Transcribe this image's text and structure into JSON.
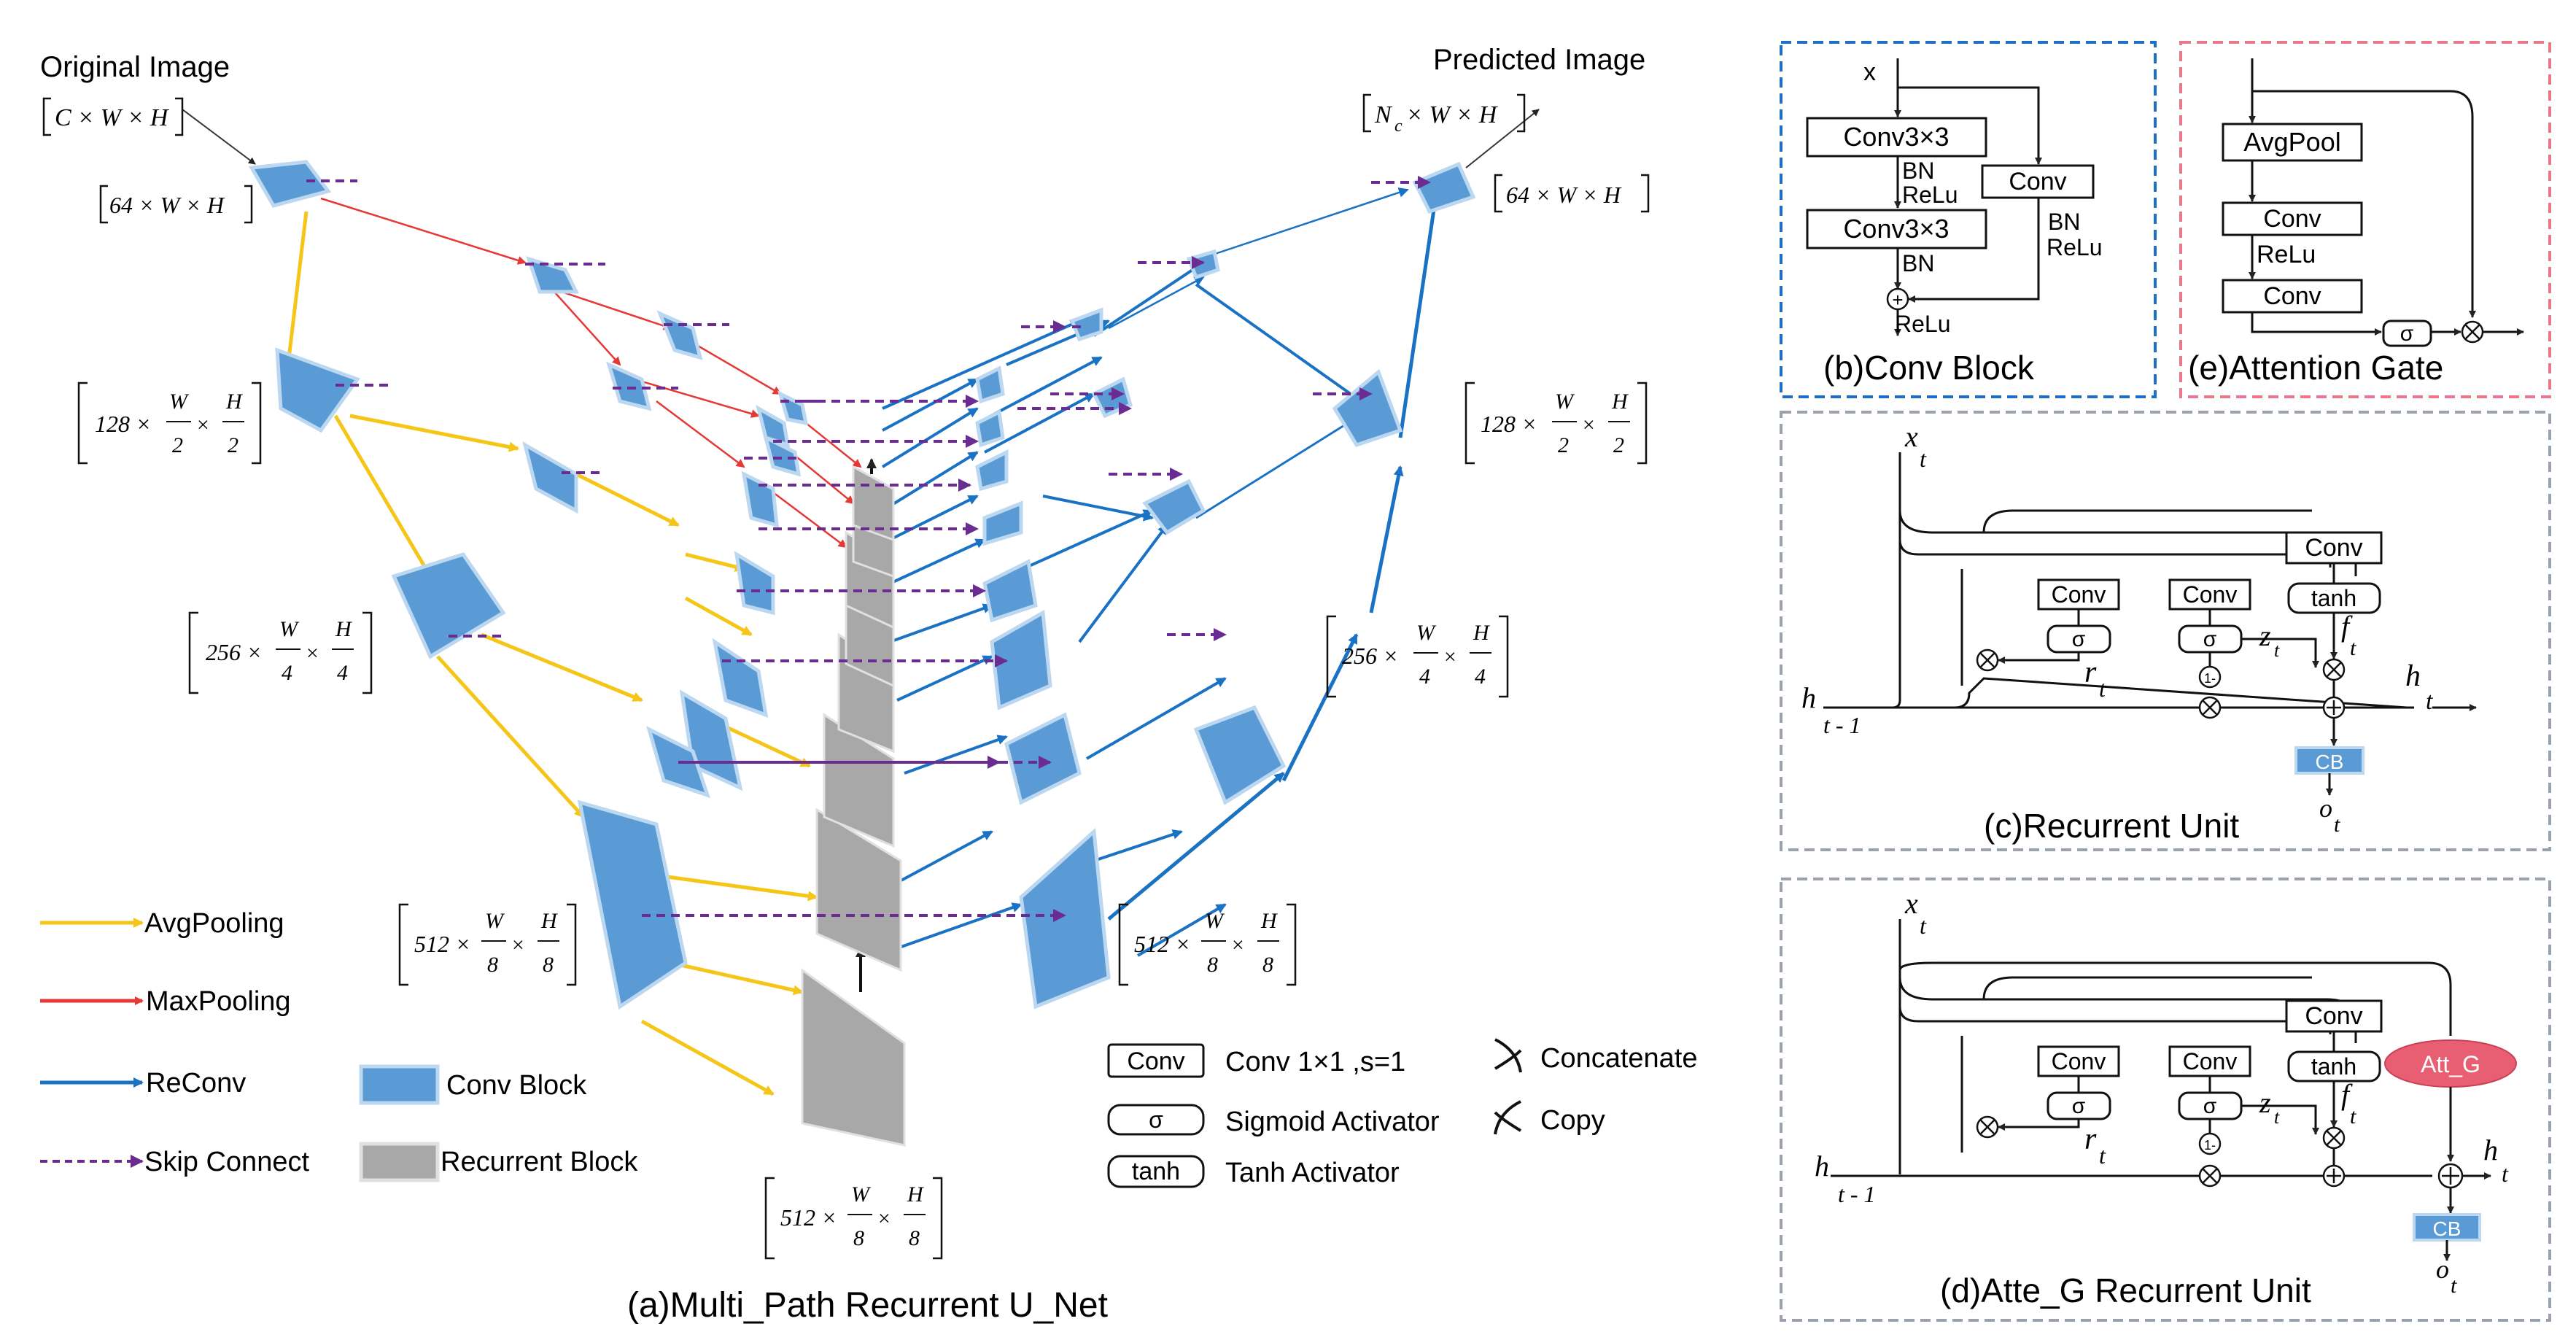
{
  "main": {
    "caption": "(a)Multi_Path Recurrent U_Net",
    "original_image": "Original Image",
    "predicted_image": "Predicted Image",
    "dims": {
      "input": "C × W × H",
      "output": "N",
      "output_sub": "c",
      "output_rest": " × W × H",
      "full": "64 × W × H",
      "c128": "128 ×",
      "c256": "256 ×",
      "c512": "512 ×",
      "w2": "W",
      "h2": "H",
      "d2": "2",
      "w4": "W",
      "h4": "H",
      "d4": "4",
      "w8": "W",
      "h8": "H",
      "d8": "8",
      "times": "×"
    }
  },
  "legend": {
    "avgpool": "AvgPooling",
    "maxpool": "MaxPooling",
    "reconv": "ReConv",
    "skip": "Skip Connect",
    "conv_block": "Conv Block",
    "recurrent_block": "Recurrent Block",
    "conv_box": "Conv",
    "conv_desc": "Conv 1×1 ,s=1",
    "sigma_box": "σ",
    "sigma_desc": "Sigmoid Activator",
    "tanh_box": "tanh",
    "tanh_desc": "Tanh Activator",
    "concat": "Concatenate",
    "copy": "Copy"
  },
  "conv_block": {
    "caption": "(b)Conv Block",
    "x": "x",
    "conv1": "Conv3×3",
    "conv2": "Conv3×3",
    "conv_side": "Conv",
    "bn": "BN",
    "relu": "ReLu",
    "bn2": "BN",
    "relu2": "ReLu",
    "bn3": "BN",
    "relu3": "ReLu",
    "plus": "+"
  },
  "attention_gate": {
    "caption": "(e)Attention Gate",
    "avgpool": "AvgPool",
    "conv1": "Conv",
    "relu": "ReLu",
    "conv2": "Conv",
    "sigma": "σ"
  },
  "recurrent_unit": {
    "caption": "(c)Recurrent Unit",
    "x": "x",
    "x_sub": "t",
    "h_prev": "h",
    "h_prev_sub": "t - 1",
    "h": "h",
    "h_sub": "t",
    "o": "o",
    "o_sub": "t",
    "conv": "Conv",
    "sigma": "σ",
    "tanh": "tanh",
    "r": "r",
    "r_sub": "t",
    "z": "z",
    "z_sub": "t",
    "f": "f",
    "f_sub": "t",
    "cb": "CB",
    "one_minus": "1-"
  },
  "atte_recurrent_unit": {
    "caption": "(d)Atte_G Recurrent Unit",
    "att_g": "Att_G"
  },
  "colors": {
    "avgpool": "#f5c518",
    "maxpool": "#e53935",
    "reconv": "#1a72c4",
    "skip": "#6a2c91",
    "conv_block": "#5b9bd5",
    "recurrent_block": "#a6a6a6",
    "panel_b_border": "#1f6fc5",
    "panel_e_border": "#e8788a",
    "panel_cd_border": "#9aa3ad",
    "att_fill": "#e85f73"
  }
}
